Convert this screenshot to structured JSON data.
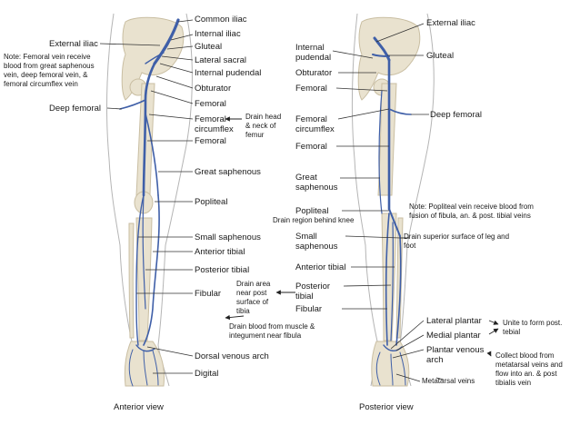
{
  "colors": {
    "vein": "#3f5fa8",
    "bone": "#e9e2cf",
    "bone_edge": "#c9bea2",
    "skin": "#b7b7b7",
    "leader": "#333333"
  },
  "anterior": {
    "view_label": "Anterior view",
    "note_femoral": "Note: Femoral vein receive blood from great saphenous vein, deep femoral vein, & femoral circumflex vein",
    "labels": {
      "common_iliac": "Common iliac",
      "internal_iliac": "Internal iliac",
      "gluteal": "Gluteal",
      "lateral_sacral": "Lateral sacral",
      "internal_pudendal": "Internal pudendal",
      "obturator": "Obturator",
      "femoral": "Femoral",
      "femoral_circumflex": "Femoral circumflex",
      "femoral_2": "Femoral",
      "great_saphenous": "Great saphenous",
      "popliteal": "Popliteal",
      "small_saphenous": "Small saphenous",
      "anterior_tibial": "Anterior tibial",
      "posterior_tibial": "Posterior tibial",
      "fibular": "Fibular",
      "dorsal_venous_arch": "Dorsal venous arch",
      "digital": "Digital",
      "external_iliac": "External iliac",
      "deep_femoral": "Deep femoral"
    },
    "notes": {
      "drain_head": "Drain head & neck of femur",
      "drain_area": "Drain area near post surface of tibia",
      "drain_muscle": "Drain blood from muscle & integument near fibula"
    }
  },
  "posterior": {
    "view_label": "Posterior view",
    "labels": {
      "external_iliac": "External iliac",
      "gluteal": "Gluteal",
      "internal_pudendal": "Internal pudendal",
      "obturator": "Obturator",
      "femoral": "Femoral",
      "deep_femoral": "Deep femoral",
      "femoral_circumflex": "Femoral circumflex",
      "femoral_2": "Femoral",
      "great_saphenous": "Great saphenous",
      "popliteal": "Popliteal",
      "small_saphenous": "Small saphenous",
      "anterior_tibial": "Anterior tibial",
      "posterior_tibial": "Posterior tibial",
      "fibular": "Fibular",
      "lateral_plantar": "Lateral plantar",
      "medial_plantar": "Medial plantar",
      "plantar_venous_arch": "Plantar venous arch",
      "metatarsal_veins": "Metatarsal veins"
    },
    "notes": {
      "drain_region": "Drain  region behind knee",
      "popliteal_note": "Note: Popliteal vein receive blood from fusion of fibula, an. & post. tibial veins",
      "drain_superior": "Drain superior surface of leg and foot",
      "unite": "Unite to form post. tebial",
      "collect": "Collect blood from metatarsal veins and flow into an. & post tibialis vein"
    }
  }
}
